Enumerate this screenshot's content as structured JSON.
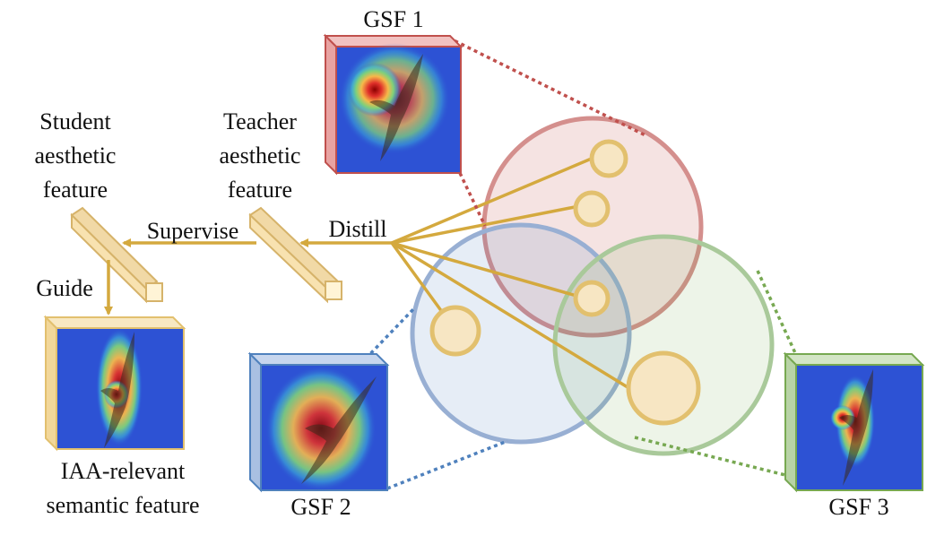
{
  "labels": {
    "gsf1": "GSF 1",
    "gsf2": "GSF 2",
    "gsf3": "GSF 3",
    "student": [
      "Student",
      "aesthetic",
      "feature"
    ],
    "teacher": [
      "Teacher",
      "aesthetic",
      "feature"
    ],
    "supervise": "Supervise",
    "distill": "Distill",
    "guide": "Guide",
    "iaa": [
      "IAA-relevant",
      "semantic feature"
    ]
  },
  "colors": {
    "gsf1": "#c0504d",
    "gsf2": "#4f81bd",
    "gsf3": "#77a851",
    "arrow": "#d4a93e",
    "bar_fill": "#f8e2b0",
    "circle_inner": "#f7e6c3"
  },
  "icons": {
    "bar": "rectangular-prism-icon",
    "heatmap": "bird-attention-heatmap-icon"
  }
}
